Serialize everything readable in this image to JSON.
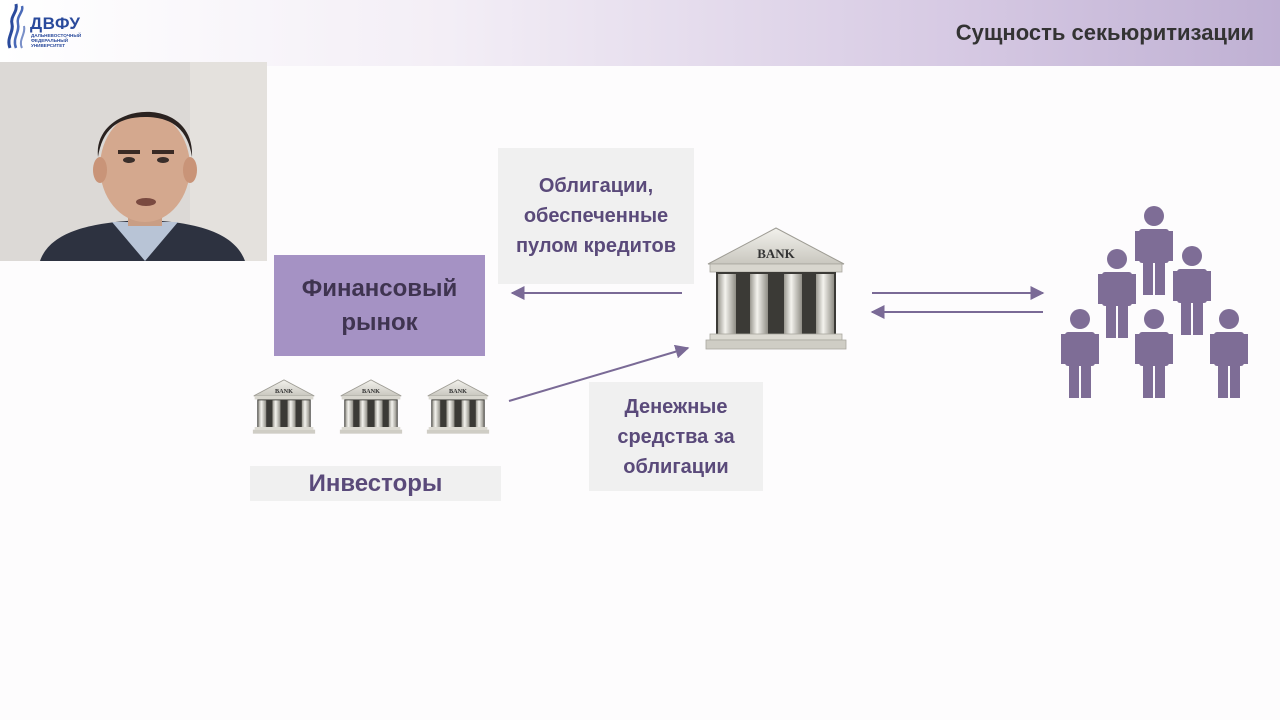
{
  "header": {
    "logo_title": "ДВФУ",
    "logo_subtitle": "ДАЛЬНЕВОСТОЧНЫЙ ФЕДЕРАЛЬНЫЙ УНИВЕРСИТЕТ",
    "slide_title": "Сущность секьюритизации"
  },
  "diagram": {
    "bonds_label": "Облигации, обеспеченные пулом кредитов",
    "market_label": "Финансовый рынок",
    "money_label": "Денежные средства за облигации",
    "investors_label": "Инвесторы",
    "bank_text": "BANK"
  },
  "colors": {
    "accent": "#a592c4",
    "arrow": "#7a6a96",
    "people": "#7e6d96"
  },
  "icons": [
    "university-logo-icon",
    "bank-icon",
    "person-icon"
  ]
}
